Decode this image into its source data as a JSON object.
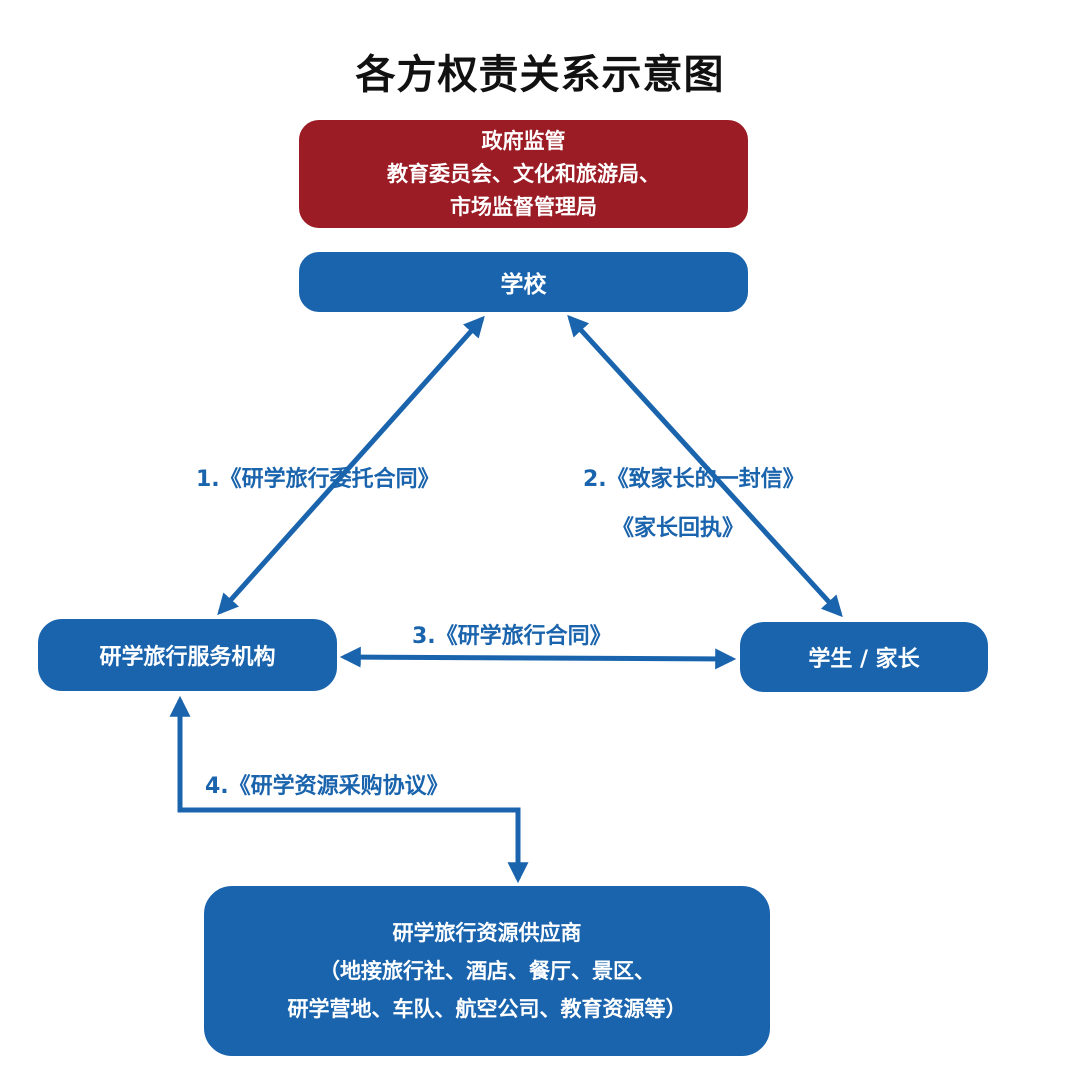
{
  "title": "各方权责关系示意图",
  "colors": {
    "government": "#9b1c24",
    "primary": "#1a64ad",
    "label": "#1a64ad"
  },
  "nodes": {
    "government": {
      "lines": [
        "政府监管",
        "教育委员会、文化和旅游局、",
        "市场监督管理局"
      ]
    },
    "school": {
      "label": "学校"
    },
    "agency": {
      "label": "研学旅行服务机构"
    },
    "student": {
      "label": "学生 / 家长"
    },
    "supplier": {
      "lines": [
        "研学旅行资源供应商",
        "（地接旅行社、酒店、餐厅、景区、",
        "研学营地、车队、航空公司、教育资源等）"
      ]
    }
  },
  "links": [
    {
      "from": "school",
      "to": "agency",
      "labels": [
        "1.《研学旅行委托合同》"
      ]
    },
    {
      "from": "school",
      "to": "student",
      "labels": [
        "2.《致家长的一封信》",
        "《家长回执》"
      ]
    },
    {
      "from": "agency",
      "to": "student",
      "labels": [
        "3.《研学旅行合同》"
      ]
    },
    {
      "from": "agency",
      "to": "supplier",
      "labels": [
        "4.《研学资源采购协议》"
      ]
    }
  ]
}
